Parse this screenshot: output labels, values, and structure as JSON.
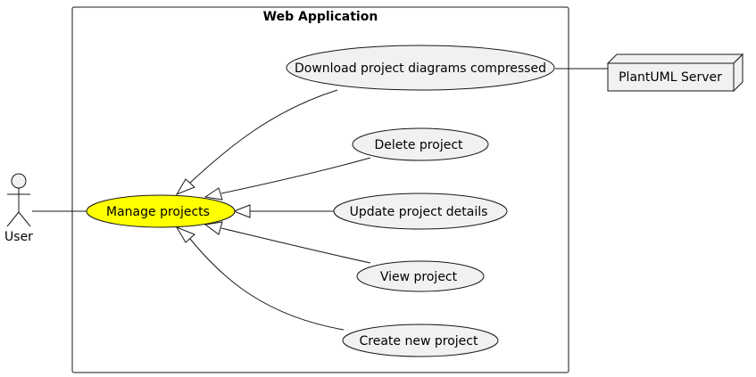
{
  "system": {
    "title": "Web Application"
  },
  "actor": {
    "label": "User"
  },
  "node": {
    "label": "PlantUML Server"
  },
  "use_cases": {
    "manage": "Manage projects",
    "download": "Download project diagrams compressed",
    "delete": "Delete project",
    "update": "Update project details",
    "view": "View project",
    "create": "Create new project"
  },
  "colors": {
    "highlight_fill": "#FFFF00",
    "usecase_fill": "#F1F1F1",
    "node_fill": "#F1F1F1",
    "stroke": "#181818"
  }
}
